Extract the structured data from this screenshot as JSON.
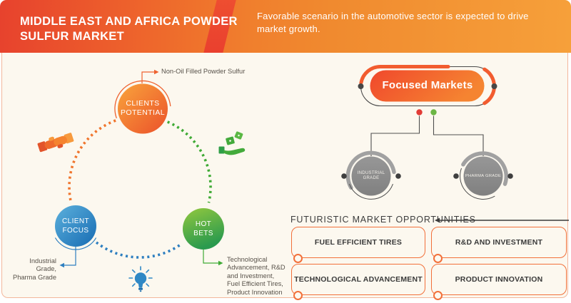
{
  "header": {
    "title": "MIDDLE EAST AND AFRICA POWDER\nSULFUR MARKET",
    "subtitle": "Favorable scenario in the automotive sector is expected to drive\nmarket growth.",
    "bg_left_color": "#e7422d",
    "bg_right_color": "#f6a03a",
    "stripe_color": "#ee4f31"
  },
  "cycle_diagram": {
    "top_node": {
      "label": "CLIENTS\nPOTENTIAL",
      "callout": "Non-Oil Filled Powder Sulfur",
      "color_start": "#f9a43c",
      "color_end": "#eb512a"
    },
    "left_node": {
      "label": "CLIENT\nFOCUS",
      "callout": "Industrial\nGrade,\nPharma Grade",
      "color_start": "#5cb0dc",
      "color_end": "#176cb3"
    },
    "right_node": {
      "label": "HOT\nBETS",
      "callout": "Technological\nAdvancement, R&D\nand Investment,\nFuel Efficient Tires,\nProduct Innovation",
      "color_start": "#92c83e",
      "color_end": "#2a9a4e"
    },
    "icons": [
      {
        "name": "handshake-icon",
        "color": "#ee6a2c"
      },
      {
        "name": "money-in-hand-icon",
        "color": "#43aa3b"
      },
      {
        "name": "lightbulb-icon",
        "color": "#2f88c5"
      }
    ],
    "arc_colors": {
      "orange": "#f0752d",
      "green": "#3faa35",
      "blue": "#2e7fc0"
    }
  },
  "focused_markets": {
    "title": "Focused Markets",
    "pill_color": "#f25c2f",
    "outline_color": "#4a4a4a",
    "dot_left_color": "#e23c36",
    "dot_right_color": "#6cb644",
    "node_color": "#8d8d8d",
    "nodes": [
      {
        "label": "INDUSTRIAL\nGRADE"
      },
      {
        "label": "PHARMA GRADE"
      }
    ]
  },
  "opportunities": {
    "title": "FUTURISTIC MARKET OPPORTUNITIES",
    "box_border_color": "#f2703a",
    "items": [
      {
        "label": "FUEL EFFICIENT TIRES"
      },
      {
        "label": "R&D AND INVESTMENT"
      },
      {
        "label": "TECHNOLOGICAL ADVANCEMENT"
      },
      {
        "label": "PRODUCT INNOVATION"
      }
    ]
  }
}
